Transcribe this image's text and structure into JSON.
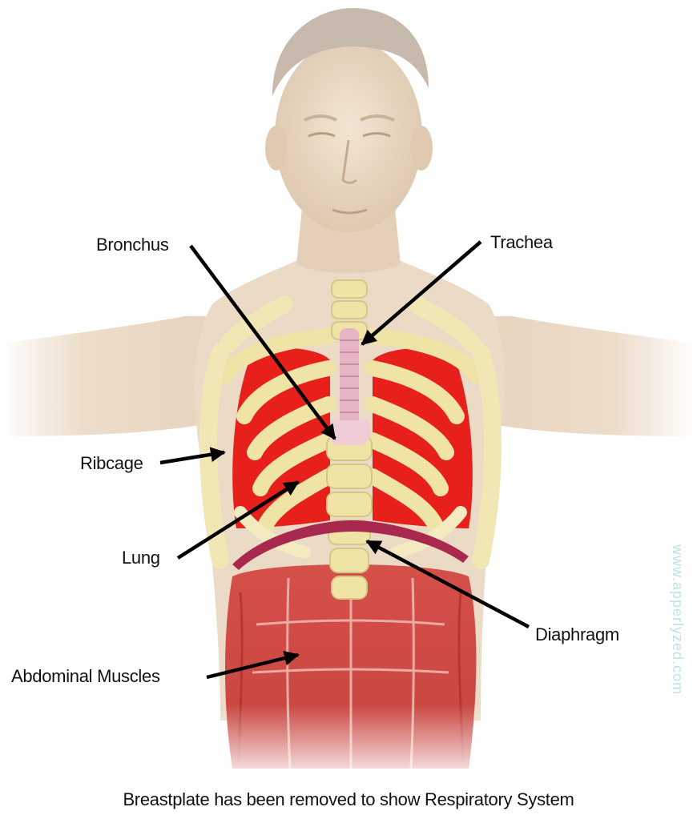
{
  "labels": {
    "bronchus": "Bronchus",
    "trachea": "Trachea",
    "ribcage": "Ribcage",
    "lung": "Lung",
    "diaphragm": "Diaphragm",
    "abdominal_muscles": "Abdominal Muscles"
  },
  "caption": "Breastplate has been removed to show Respiratory System",
  "watermark": "www.apperlyzed.com",
  "colors": {
    "skin": "#ecdcc9",
    "lung": "#e8201c",
    "bone": "#efe3a6",
    "trachea": "#e6b4c4",
    "diaphragm": "#a8284e",
    "muscle": "#c9423d",
    "watermark": "#bde3ea"
  }
}
